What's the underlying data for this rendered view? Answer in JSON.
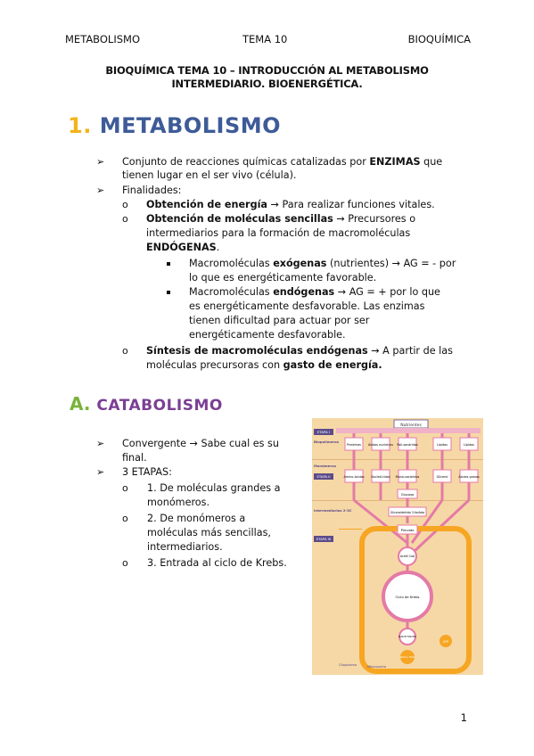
{
  "header": {
    "left": "METABOLISMO",
    "center": "TEMA 10",
    "right": "BIOQUÍMICA"
  },
  "title": {
    "line1": "BIOQUÍMICA TEMA 10 – INTRODUCCIÓN AL METABOLISMO",
    "line2": "INTERMEDIARIO. BIOENERGÉTICA."
  },
  "section1": {
    "number": "1.",
    "heading": "METABOLISMO"
  },
  "s1": {
    "b1_l1a": "Conjunto de reacciones químicas catalizadas por ",
    "b1_l1b": "ENZIMAS",
    "b1_l1c": " que",
    "b1_l2": "tienen lugar en el ser vivo (célula).",
    "b2": "Finalidades:",
    "o1_a": "Obtención de energía",
    "o1_b": " → Para realizar funciones vitales.",
    "o2_a": "Obtención de moléculas sencillas",
    "o2_b": " → Precursores o",
    "o2_l2": "intermediarios para la formación de macromoléculas",
    "o2_l3a": "ENDÓGENAS",
    "o2_l3b": ".",
    "sq1_a": "Macromoléculas ",
    "sq1_b": "exógenas",
    "sq1_c": " (nutrientes) → AG = - por",
    "sq1_l2": "lo que es energéticamente favorable.",
    "sq2_a": "Macromoléculas ",
    "sq2_b": "endógenas",
    "sq2_c": " → AG = + por lo que",
    "sq2_l2": "es energéticamente desfavorable. Las enzimas",
    "sq2_l3": "tienen dificultad para actuar por ser",
    "sq2_l4": "energéticamente desfavorable.",
    "o3_a": "Síntesis de macromoléculas endógenas",
    "o3_b": " → A partir de las",
    "o3_l2a": "moléculas precursoras con ",
    "o3_l2b": "gasto de energía."
  },
  "sectionA": {
    "letter": "A.",
    "heading": "CATABOLISMO"
  },
  "sA": {
    "b1_l1": "Convergente → Sabe cual es su",
    "b1_l2": "final.",
    "b2": "3 ETAPAS:",
    "e1_l1": "1. De moléculas grandes a",
    "e1_l2": "monómeros.",
    "e2_l1": "2. De monómeros a",
    "e2_l2": "moléculas más sencillas,",
    "e2_l3": "intermediarios.",
    "e3": "3. Entrada al ciclo de Krebs."
  },
  "figure": {
    "nutrientes": "Nutrientes",
    "etapa1": "ETAPA I",
    "etapa2": "ETAPA II",
    "etapa3": "ETAPA III",
    "biopolimeros": "Biopolímeros",
    "monomeros": "Monómeros",
    "intermediarios": "Intermediarios 2-3C",
    "row1": [
      "Proteínas",
      "Ácidos nucleicos",
      "Poli-sacáridos",
      "Lípidos",
      "Lípidos"
    ],
    "row2": [
      "Amino-ácidos",
      "Nucleó-tidos",
      "Mono-sacáridos",
      "Glicerol",
      "Ácidos grasos"
    ],
    "glucosa": "Glucosa",
    "g3p": "Gliceraldehído 3-fosfato",
    "piruvato": "Piruvato",
    "acetil": "Acetil CoA",
    "krebs": "Ciclo de Krebs",
    "nadh": "NADH FADH2",
    "atp": "ATP",
    "nad": "NAD+ FAD",
    "citoplasma": "Citoplasma",
    "mitocondria": "Mitocondria",
    "colors": {
      "pink": "#e47aa6",
      "orange": "#f7a623",
      "cream": "#f6d8a6",
      "purple": "#5b4b8a"
    }
  },
  "page_number": "1"
}
